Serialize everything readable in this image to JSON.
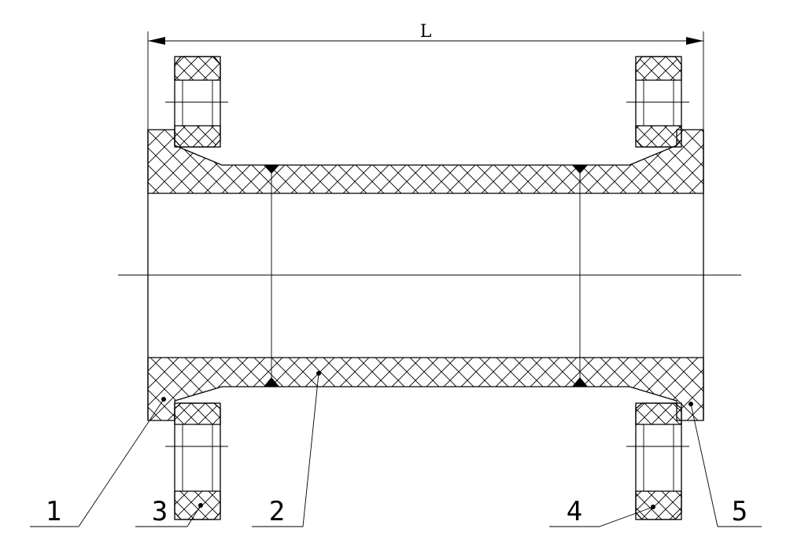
{
  "drawing": {
    "dimension_label": "L",
    "part_numbers": [
      "1",
      "3",
      "2",
      "4",
      "5"
    ]
  }
}
